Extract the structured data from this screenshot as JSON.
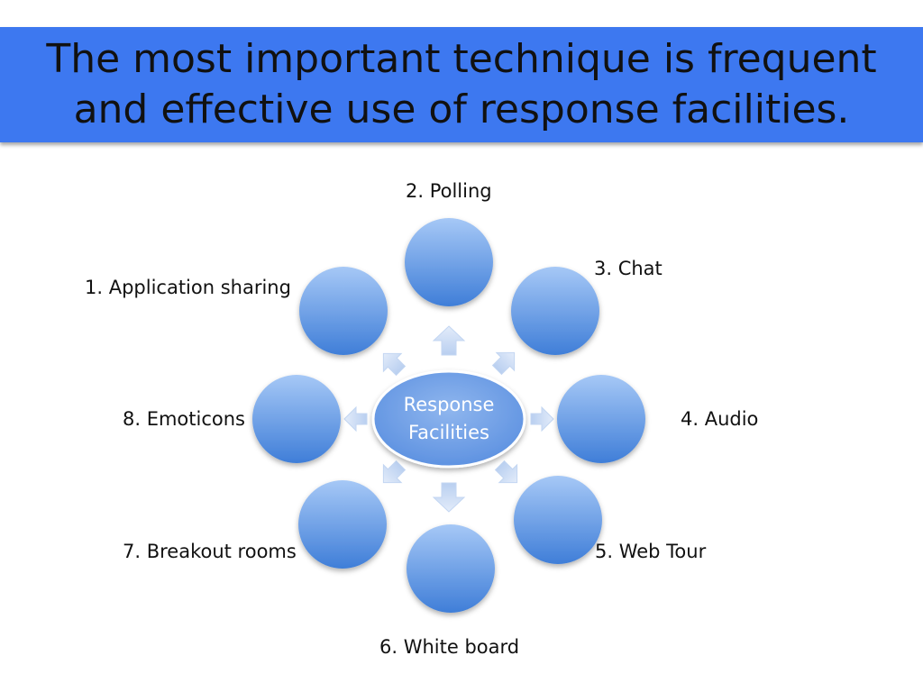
{
  "slide": {
    "title_line1": "The most important technique is frequent",
    "title_line2": "and effective use of response facilities."
  },
  "diagram": {
    "center_line1": "Response",
    "center_line2": "Facilities",
    "items": [
      {
        "label": "1. Application sharing"
      },
      {
        "label": "2. Polling"
      },
      {
        "label": "3. Chat"
      },
      {
        "label": "4. Audio"
      },
      {
        "label": "5. Web Tour"
      },
      {
        "label": "6. White board"
      },
      {
        "label": "7. Breakout rooms"
      },
      {
        "label": "8. Emoticons"
      }
    ]
  },
  "colors": {
    "title_bar": "#3d78f0",
    "circle_light": "#a6c8f6",
    "circle_dark": "#3f7ed8",
    "arrow": "#c9daf3"
  }
}
